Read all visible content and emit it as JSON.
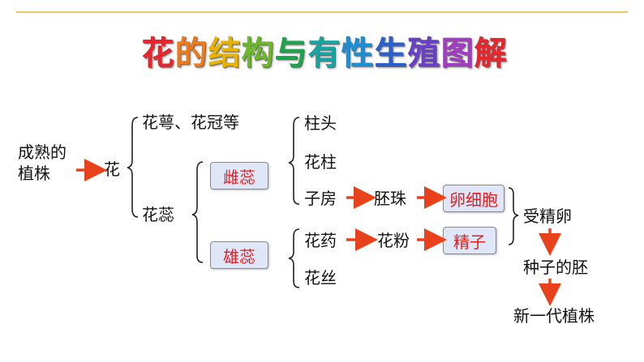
{
  "title": "花的结构与有性生殖图解",
  "title_colors": [
    "#e8242c",
    "#f07a1a",
    "#e8b400",
    "#6cb82a",
    "#1aa64a",
    "#16a5a0",
    "#1a8fd6",
    "#2a5fd0",
    "#6a3fc8",
    "#a23cc0"
  ],
  "nodes": {
    "mature_plant_line1": "成熟的",
    "mature_plant_line2": "植株",
    "flower": "花",
    "sepal_petal": "花萼、花冠等",
    "pistil_stamen": "花蕊",
    "pistil": "雌蕊",
    "stamen": "雄蕊",
    "stigma": "柱头",
    "style": "花柱",
    "ovary": "子房",
    "ovule": "胚珠",
    "egg_cell": "卵细胞",
    "anther": "花药",
    "pollen": "花粉",
    "sperm": "精子",
    "filament": "花丝",
    "zygote": "受精卵",
    "embryo": "种子的胚",
    "new_plant": "新一代植株"
  },
  "colors": {
    "arrow": "#e8421c",
    "highlight_text": "#e02020",
    "box_fill": "#dfe6f8",
    "bracket": "#222222",
    "rule": "#e7c76a"
  }
}
